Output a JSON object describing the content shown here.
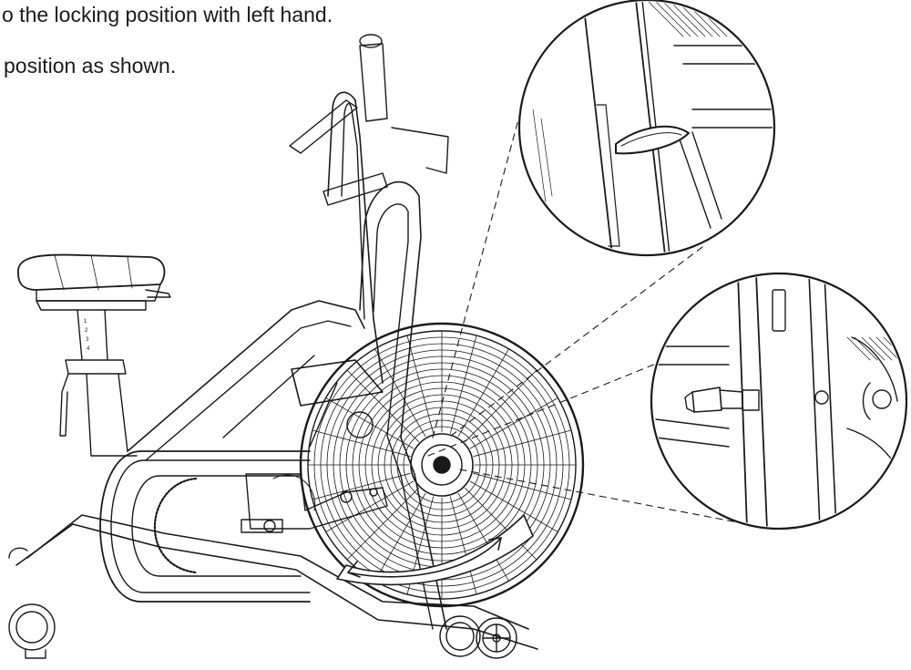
{
  "instructions": {
    "line1": "o the locking position with left hand.",
    "line2": "position as shown."
  },
  "seat_scale": {
    "marks": [
      "1",
      "2",
      "3",
      "4"
    ]
  },
  "colors": {
    "ink": "#1a1a1a",
    "background": "#ffffff"
  },
  "icons": {
    "direction_arrow": "curved-double-arrow",
    "detail_views": "magnifier-circles"
  }
}
